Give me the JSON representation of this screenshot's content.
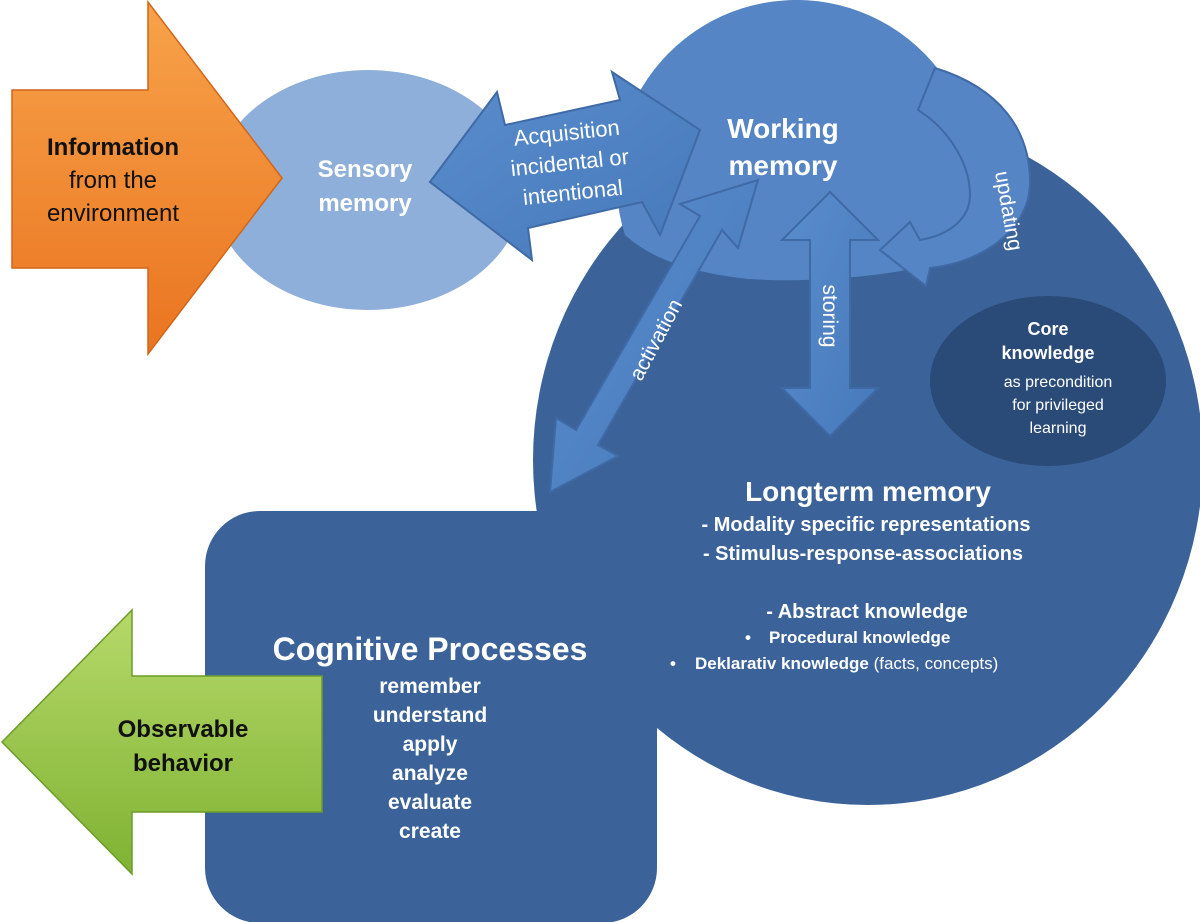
{
  "info_arrow": {
    "title": "Information",
    "line2": "from the",
    "line3": "environment",
    "color": "#f0862a"
  },
  "sensory": {
    "line1": "Sensory",
    "line2": "memory",
    "color": "#8eafd9"
  },
  "acquisition": {
    "line1": "Acquisition",
    "line2": "incidental or",
    "line3": "intentional"
  },
  "working": {
    "line1": "Working",
    "line2": "memory",
    "color": "#5585c4"
  },
  "updating": {
    "label": "updating"
  },
  "storing": {
    "label": "storing"
  },
  "activation": {
    "label": "activation"
  },
  "core": {
    "line1": "Core",
    "line2": "knowledge",
    "line3": "as precondition",
    "line4": "for privileged",
    "line5": "learning",
    "color": "#2a4a78"
  },
  "longterm": {
    "title": "Longterm memory",
    "item1": "- Modality specific representations",
    "item2": "- Stimulus-response-associations",
    "item3": "- Abstract knowledge",
    "item4": "Procedural knowledge",
    "item5_bold": "Deklarativ knowledge",
    "item5_rest": " (facts, concepts)",
    "color": "#3b6399"
  },
  "cognitive": {
    "title": "Cognitive Processes",
    "items": [
      "remember",
      "understand",
      "apply",
      "analyze",
      "evaluate",
      "create"
    ]
  },
  "behavior": {
    "line1": "Observable",
    "line2": "behavior",
    "color": "#94c34a"
  }
}
